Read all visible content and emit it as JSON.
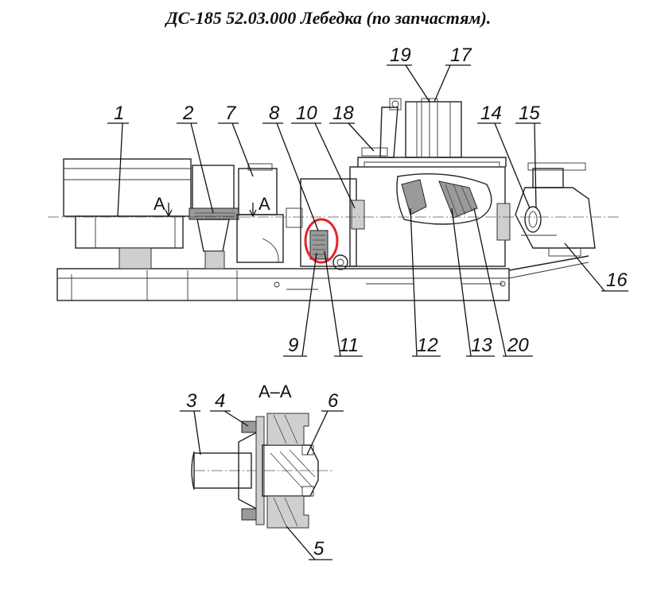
{
  "title": "ДС-185 52.03.000  Лебедка (по запчастям).",
  "section_label": "А–А",
  "section_marks": [
    "А",
    "А"
  ],
  "highlight_color": "#e8202a",
  "callouts": [
    "1",
    "2",
    "7",
    "8",
    "10",
    "18",
    "19",
    "17",
    "14",
    "15",
    "16",
    "9",
    "11",
    "12",
    "13",
    "20",
    "3",
    "4",
    "6",
    "5"
  ]
}
